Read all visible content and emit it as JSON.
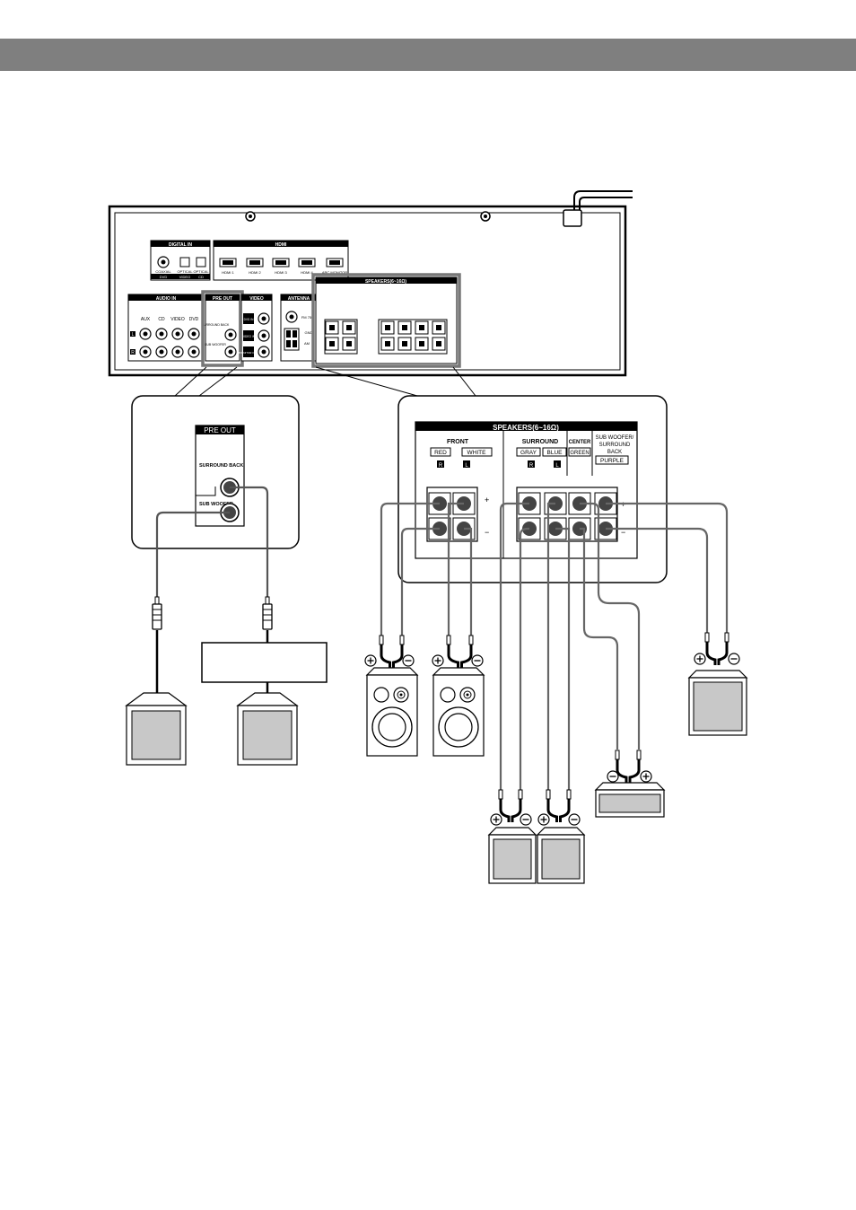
{
  "colors": {
    "header_bar": "#7f7f7f",
    "highlight_frame": "#777777",
    "speaker_box": "#c8c8c8",
    "terminal": "#444444"
  },
  "receiver": {
    "digital_in": {
      "title": "DIGITAL IN",
      "jacks": [
        "COAXIAL",
        "OPTICAL",
        "OPTICAL"
      ],
      "sources": [
        "DVD",
        "VIDEO",
        "CD"
      ]
    },
    "hdmi": {
      "title": "HDMI",
      "ports": [
        "HDMI 1",
        "HDMI 2",
        "HDMI 3",
        "HDMI 4",
        "ARC MONITOR"
      ]
    },
    "audio_in": {
      "title": "AUDIO IN",
      "columns": [
        "AUX",
        "CD",
        "VIDEO",
        "DVD"
      ],
      "rows": [
        "L",
        "R"
      ]
    },
    "pre_out": {
      "title": "PRE OUT",
      "jacks": [
        "SURROUND BACK",
        "SUB WOOFER"
      ]
    },
    "video": {
      "title": "VIDEO",
      "jacks": [
        "DVD IN",
        "VIDEO IN",
        "MONITOR OUT"
      ]
    },
    "antenna": {
      "title": "ANTENNA",
      "labels": [
        "FM 75Ω",
        "GND",
        "AM"
      ]
    },
    "speakers": {
      "title": "SPEAKERS(6~16Ω)"
    }
  },
  "pre_out_zoom": {
    "title": "PRE OUT",
    "surround_back": "SURROUND BACK",
    "sub_woofer": "SUB WOOFER"
  },
  "speakers_zoom": {
    "title": "SPEAKERS(6~16Ω)",
    "front": "FRONT",
    "surround": "SURROUND",
    "center": "CENTER",
    "sub_surround_back": [
      "SUB WOOFER/",
      "SURROUND",
      "BACK"
    ],
    "front_colors": [
      "RED",
      "WHITE"
    ],
    "front_ch": [
      "R",
      "L"
    ],
    "surround_colors": [
      "GRAY",
      "BLUE"
    ],
    "surround_ch": [
      "R",
      "L"
    ],
    "center_color": "GREEN",
    "sub_color": "PURPLE",
    "plus": "+",
    "minus": "−"
  }
}
